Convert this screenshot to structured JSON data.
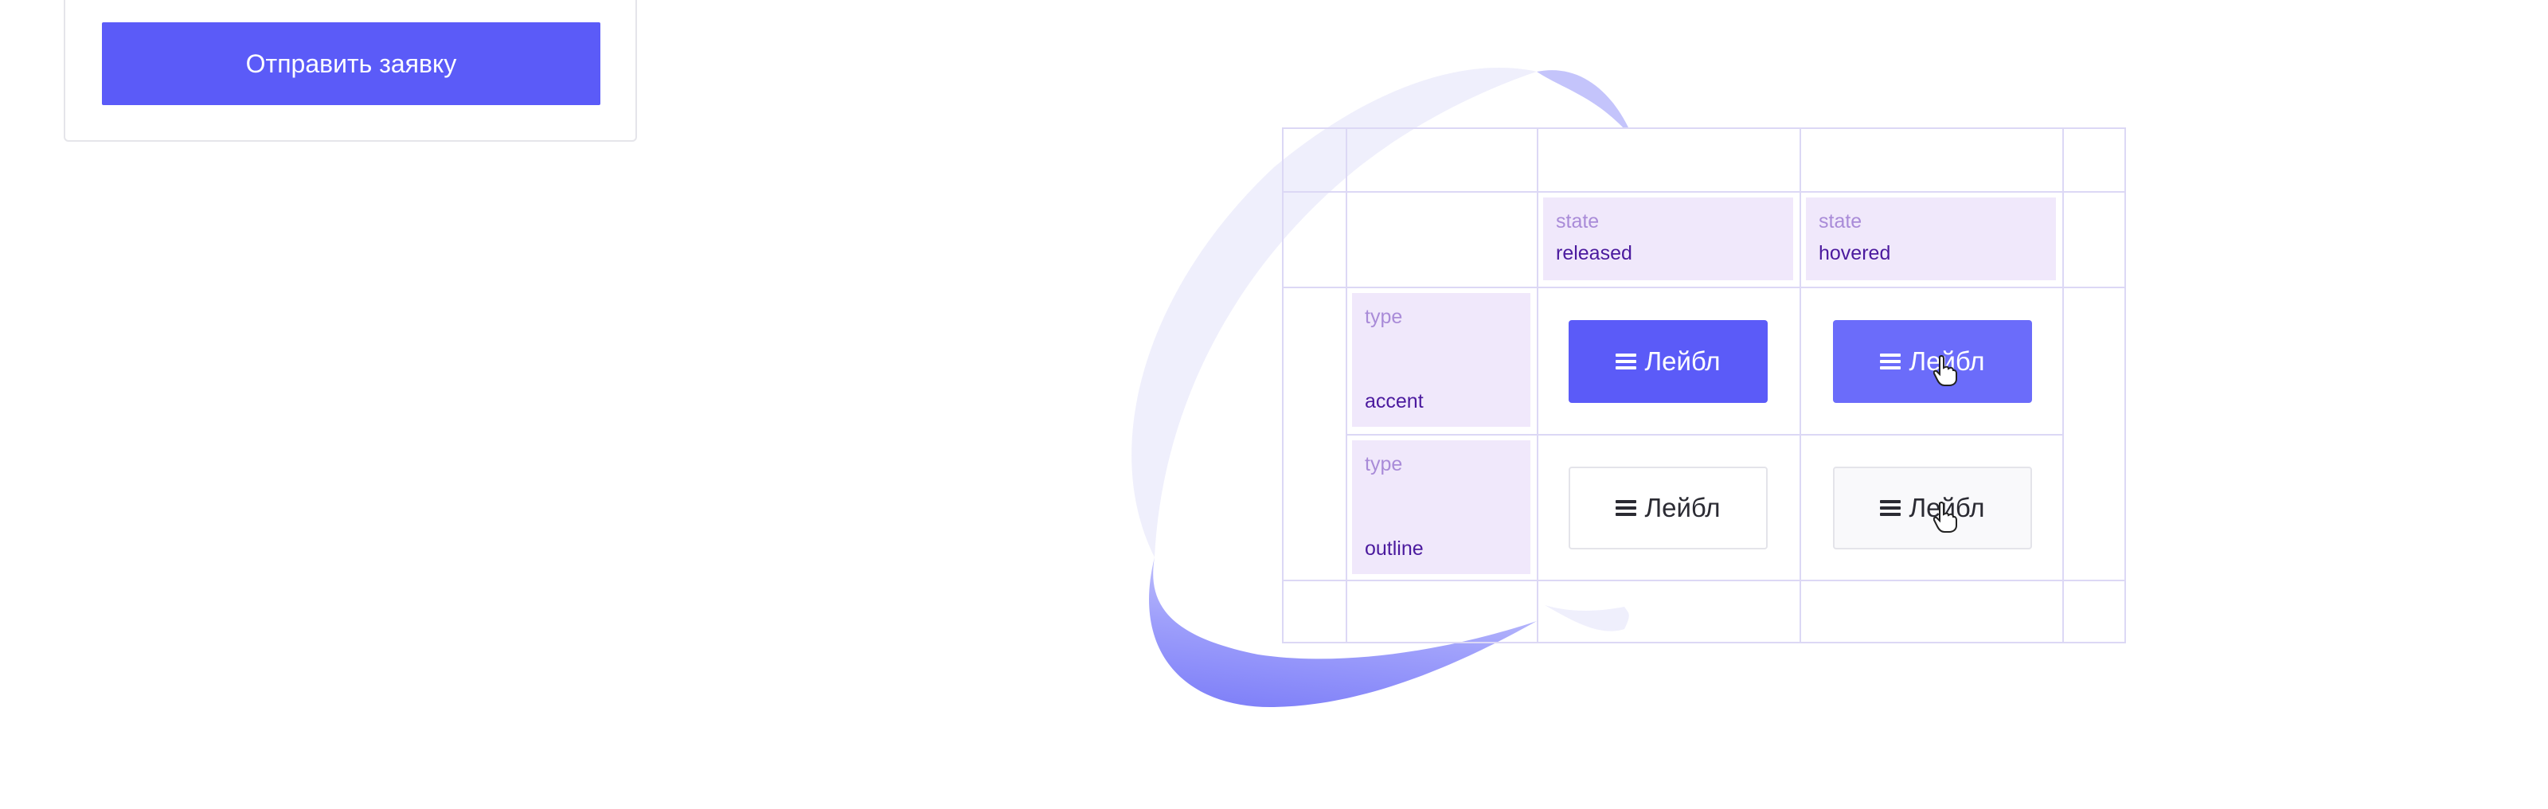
{
  "form": {
    "submit_label": "Отправить заявку"
  },
  "table": {
    "columns": [
      {
        "key": "state",
        "value": "released"
      },
      {
        "key": "state",
        "value": "hovered"
      }
    ],
    "rows": [
      {
        "key": "type",
        "value": "accent"
      },
      {
        "key": "type",
        "value": "outline"
      }
    ],
    "button_label": "Лейбл",
    "button_icon": "menu-icon"
  },
  "colors": {
    "accent": "#5b5bf8",
    "accent_hover": "#6b6cfa",
    "label_bg": "#f0e8fb",
    "label_key": "#a98bd8",
    "label_value": "#4b1a9e",
    "grid": "#dcd8f5"
  }
}
